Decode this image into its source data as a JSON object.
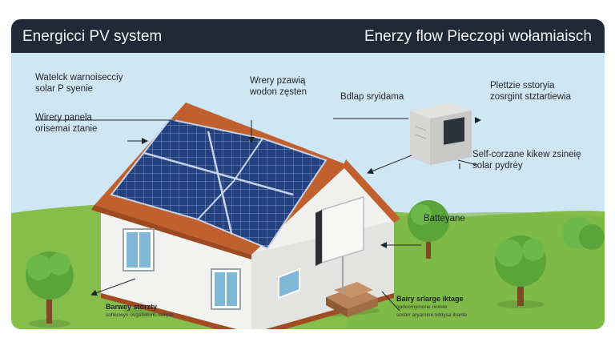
{
  "header": {
    "title_left": "Energicci PV system",
    "title_right": "Enerzy flow Pieczopi wołamiaisch"
  },
  "labels": {
    "top_left_1": "Watelck warnoisecciy",
    "top_left_2": "solar P syenie",
    "panels_1": "Wirery panela",
    "panels_2": "orisemai ztanie",
    "roof_1": "Wrery pzawią",
    "roof_2": "wodon zęsten",
    "inverter_tag": "Bdlap sryidama",
    "inverter_r1": "Plettzie sstoryia",
    "inverter_r2": "zosrgint stztartiewia",
    "self_1": "Self-corzane kikew zsineię",
    "self_2": "solar pydrėy",
    "battery_tag": "Batteyane",
    "bl_main": "Barwey storzty",
    "bl_sub": "soflecwyn ovgatiatum, ildepte",
    "br_main": "Bairy srlarge iktage",
    "br_sub1": "opdcomymone nioiste",
    "br_sub2": "soster aryamine tiddysa ibante"
  },
  "colors": {
    "sky": "#cfe6f4",
    "grass": "#86be4c",
    "roof": "#c0602e",
    "wall": "#eeeeec",
    "panel": "#1f3c7a",
    "header": "#1f2a36"
  }
}
